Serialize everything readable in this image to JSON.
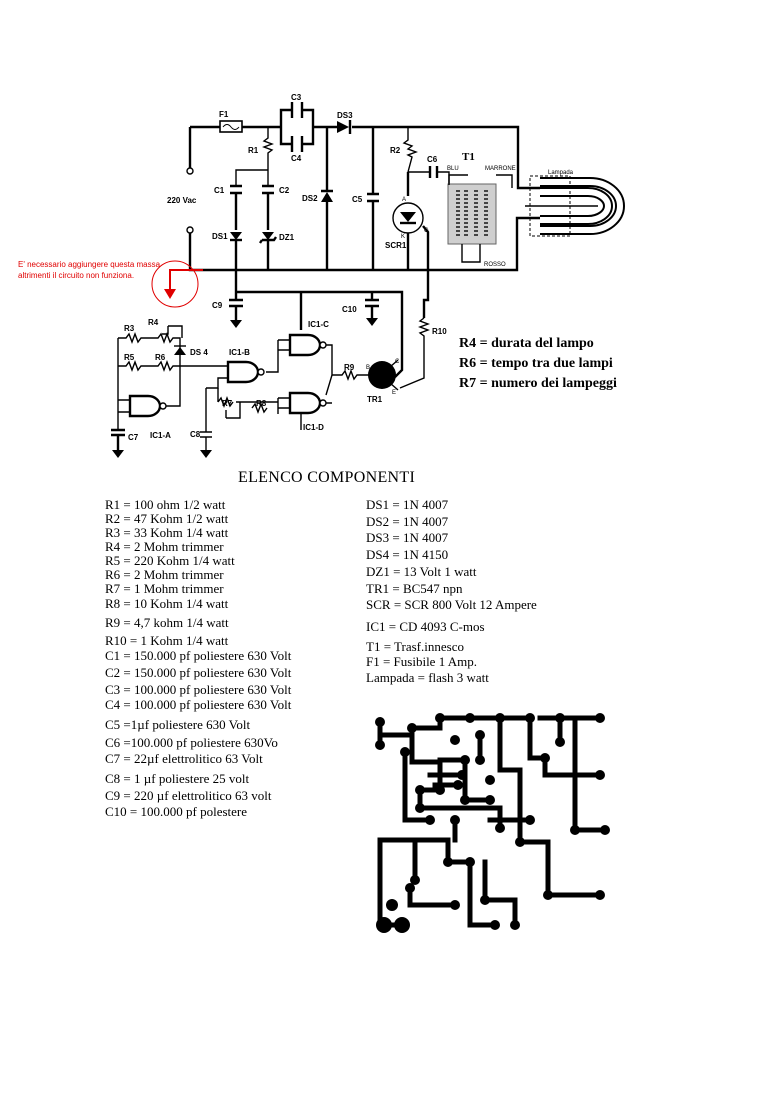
{
  "schematic_labels": {
    "F1": "F1",
    "C3": "C3",
    "C4": "C4",
    "DS3": "DS3",
    "R1": "R1",
    "C1": "C1",
    "C2": "C2",
    "DS1": "DS1",
    "DZ1": "DZ1",
    "DS2": "DS2",
    "C5": "C5",
    "R2": "R2",
    "C6": "C6",
    "T1": "T1",
    "BLU": "BLU",
    "MARRONE": "MARRONE",
    "ROSSO": "ROSSO",
    "Lampada": "Lampada",
    "SCR1": "SCR1",
    "vac": "220 Vac",
    "C9": "C9",
    "C10": "C10",
    "R10": "R10",
    "R3": "R3",
    "R4": "R4",
    "R5": "R5",
    "R6": "R6",
    "DS4": "DS 4",
    "IC1B": "IC1-B",
    "IC1C": "IC1-C",
    "IC1D": "IC1-D",
    "IC1A": "IC1-A",
    "R7": "R7",
    "R8": "R8",
    "R9": "R9",
    "C7": "C7",
    "C8": "C8",
    "TR1": "TR1",
    "B": "B",
    "C": "C",
    "E": "E",
    "K": "K",
    "G": "G",
    "A": "A"
  },
  "note": "E' necessario aggiungere questa massa altrimenti il circuito non funziona.",
  "legend": [
    "R4 = durata del lampo",
    "R6 = tempo tra due lampi",
    "R7 = numero dei lampeggi"
  ],
  "list_title": "ELENCO COMPONENTI",
  "left_list": [
    "R1 = 100 ohm 1/2 watt",
    "R2 = 47 Kohm 1/2 watt",
    "R3 = 33 Kohm 1/4 watt",
    "R4 = 2 Mohm trimmer",
    "R5 = 220 Kohm 1/4 watt",
    "R6 = 2 Mohm trimmer",
    "R7 = 1 Mohm trimmer",
    "R8 = 10 Kohm 1/4 watt",
    "R9 = 4,7 kohm 1/4 watt",
    "R10 = 1 Kohm 1/4 watt",
    "C1 = 150.000 pf poliestere 630 Volt",
    "C2 = 150.000 pf poliestere 630 Volt",
    "C3 = 100.000 pf poliestere 630 Volt",
    "C4 = 100.000 pf poliestere 630 Volt",
    "C5 =1µf poliestere 630 Volt",
    "C6 =100.000 pf poliestere 630Vo",
    "C7 = 22µf elettrolitico 63 Volt",
    "C8 = 1 µf poliestere 25 volt",
    "C9 = 220 µf elettrolitico 63 volt",
    "C10 = 100.000 pf polestere"
  ],
  "right_list": [
    "DS1 = 1N 4007",
    "DS2 = 1N 4007",
    "DS3 = 1N 4007",
    "DS4 = 1N 4150",
    "DZ1 = 13 Volt 1 watt",
    "TR1 = BC547 npn",
    "SCR = SCR 800 Volt 12 Ampere",
    "IC1 = CD 4093 C-mos",
    "T1 = Trasf.innesco",
    "F1 = Fusibile 1 Amp.",
    "Lampada = flash 3 watt"
  ],
  "colors": {
    "note": "#e00000",
    "ink": "#000000"
  }
}
